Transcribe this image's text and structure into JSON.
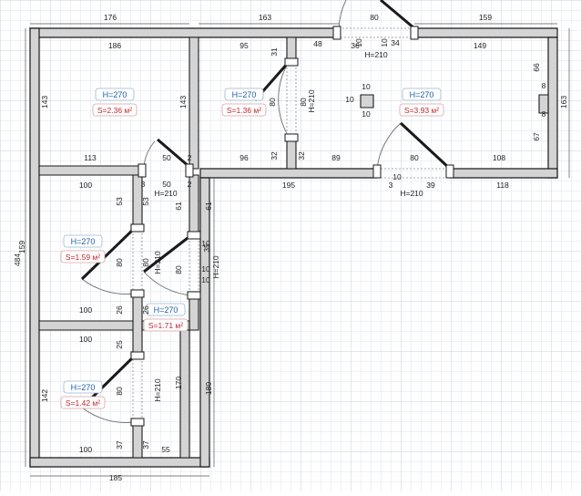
{
  "colors": {
    "wall_fill": "#d4d4d4",
    "wall_stroke": "#1a1a1a",
    "grid_minor": "#dde3ea",
    "grid_major": "#c9d2dc",
    "height_label": "#1d5fa8",
    "area_label": "#c0272d",
    "door_swing": "#6d6d6d",
    "dim_text": "#222222"
  },
  "icons": {
    "room": "rectangle",
    "door": "door-swing-arc",
    "opening": "dashed-wall-opening",
    "column": "square-column"
  },
  "rooms": [
    {
      "id": "room-top-left",
      "height": "H=270",
      "area": "S=2.36 м²"
    },
    {
      "id": "room-top-middle",
      "height": "H=270",
      "area": "S=1.36 м²"
    },
    {
      "id": "room-top-right",
      "height": "H=270",
      "area": "S=3.93 м²"
    },
    {
      "id": "room-left-middle",
      "height": "H=270",
      "area": "S=1.59 м²"
    },
    {
      "id": "room-corridor",
      "height": "H=270",
      "area": "S=1.71 м²"
    },
    {
      "id": "room-bottom-left",
      "height": "H=270",
      "area": "S=1.42 м²"
    }
  ],
  "openings": [
    "H=210",
    "H=210",
    "H=210",
    "H=210",
    "H=210",
    "H=210",
    "H=210"
  ],
  "dimensions": [
    "176",
    "163",
    "80",
    "159",
    "186",
    "95",
    "31",
    "48",
    "36",
    "10",
    "10",
    "34",
    "149",
    "143",
    "143",
    "80",
    "80",
    "66",
    "8",
    "8",
    "163",
    "67",
    "10",
    "10",
    "10",
    "113",
    "50",
    "2",
    "96",
    "32",
    "32",
    "89",
    "80",
    "108",
    "50",
    "3",
    "2",
    "195",
    "3",
    "10",
    "39",
    "118",
    "100",
    "53",
    "53",
    "61",
    "61",
    "484",
    "159",
    "80",
    "80",
    "80",
    "10",
    "35",
    "10",
    "10",
    "100",
    "26",
    "26",
    "100",
    "25",
    "142",
    "80",
    "170",
    "180",
    "100",
    "37",
    "37",
    "55",
    "185"
  ]
}
